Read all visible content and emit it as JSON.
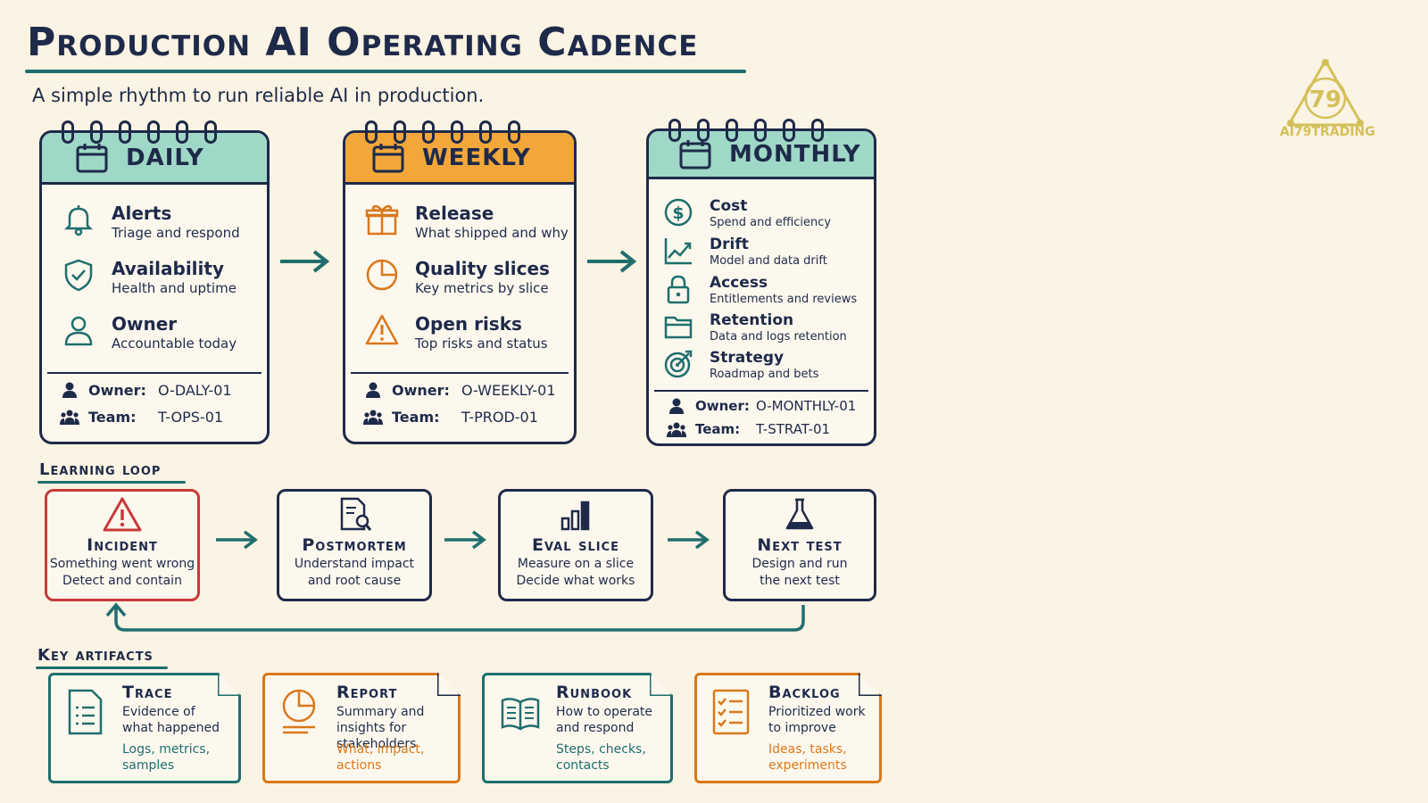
{
  "title": "Production AI Operating Cadence",
  "subtitle": "A simple rhythm to run reliable AI in production.",
  "colors": {
    "navy": "#1e2a4a",
    "teal": "#1f6e6e",
    "mint": "#9fd8c6",
    "orange": "#f3a73a",
    "red": "#c63a3a",
    "orange_text": "#d9781c"
  },
  "daily": {
    "header": "DAILY",
    "items": [
      {
        "title": "Alerts",
        "sub": "Triage and respond",
        "icon": "bell-icon"
      },
      {
        "title": "Availability",
        "sub": "Health and uptime",
        "icon": "shield-check-icon"
      },
      {
        "title": "Owner",
        "sub": "Accountable today",
        "icon": "person-icon"
      }
    ],
    "owner_label": "Owner:",
    "owner_value": "O-DALY-01",
    "team_label": "Team:",
    "team_value": "T-OPS-01"
  },
  "weekly": {
    "header": "WEEKLY",
    "items": [
      {
        "title": "Release",
        "sub": "What shipped and why",
        "icon": "gift-icon"
      },
      {
        "title": "Quality slices",
        "sub": "Key metrics by slice",
        "icon": "pie-chart-icon"
      },
      {
        "title": "Open risks",
        "sub": "Top risks and status",
        "icon": "warning-icon"
      }
    ],
    "owner_label": "Owner:",
    "owner_value": "O-WEEKLY-01",
    "team_label": "Team:",
    "team_value": "T-PROD-01"
  },
  "monthly": {
    "header": "MONTHLY",
    "items": [
      {
        "title": "Cost",
        "sub": "Spend and efficiency",
        "icon": "dollar-icon"
      },
      {
        "title": "Drift",
        "sub": "Model and data drift",
        "icon": "trend-icon"
      },
      {
        "title": "Access",
        "sub": "Entitlements and reviews",
        "icon": "lock-icon"
      },
      {
        "title": "Retention",
        "sub": "Data and logs retention",
        "icon": "folder-icon"
      },
      {
        "title": "Strategy",
        "sub": "Roadmap and bets",
        "icon": "target-icon"
      }
    ],
    "owner_label": "Owner:",
    "owner_value": "O-MONTHLY-01",
    "team_label": "Team:",
    "team_value": "T-STRAT-01"
  },
  "learning_loop": {
    "label": "Learning loop",
    "steps": [
      {
        "title": "Incident",
        "line1": "Something went wrong",
        "line2": "Detect and contain",
        "icon": "warning-icon"
      },
      {
        "title": "Postmortem",
        "line1": "Understand impact",
        "line2": "and root cause",
        "icon": "document-search-icon"
      },
      {
        "title": "Eval slice",
        "line1": "Measure on a slice",
        "line2": "Decide what works",
        "icon": "bar-chart-icon"
      },
      {
        "title": "Next test",
        "line1": "Design and run",
        "line2": "the next test",
        "icon": "flask-icon"
      }
    ]
  },
  "key_artifacts": {
    "label": "Key artifacts",
    "items": [
      {
        "title": "Trace",
        "desc": "Evidence of what happened",
        "detail": "Logs, metrics, samples",
        "icon": "document-list-icon"
      },
      {
        "title": "Report",
        "desc": "Summary and insights for stakeholders",
        "detail": "What, impact, actions",
        "icon": "report-pie-icon"
      },
      {
        "title": "Runbook",
        "desc": "How to operate and respond",
        "detail": "Steps, checks, contacts",
        "icon": "open-book-icon"
      },
      {
        "title": "Backlog",
        "desc": "Prioritized work to improve",
        "detail": "Ideas, tasks, experiments",
        "icon": "checklist-icon"
      }
    ]
  },
  "logo": {
    "text": "AI79TRADING",
    "emblem": "79"
  }
}
